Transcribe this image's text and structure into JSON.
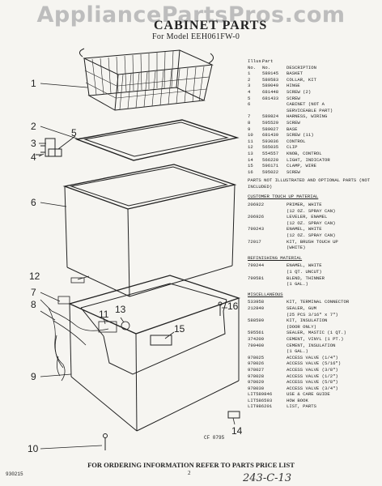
{
  "watermark": "AppliancePartsPros.com",
  "title": "CABINET PARTS",
  "model_line": "For Model EEH061FW-0",
  "table_header": {
    "illus_line1": "Illus.",
    "part_line1": "Part",
    "illus_line2": "No.",
    "part_line2": "No.",
    "description": "DESCRIPTION"
  },
  "parts": [
    {
      "n": "1",
      "p": "589145",
      "d": "BASKET"
    },
    {
      "n": "2",
      "p": "589583",
      "d": "COLLAR, KIT"
    },
    {
      "n": "3",
      "p": "589049",
      "d": "HINGE"
    },
    {
      "n": "4",
      "p": "681448",
      "d": "SCREW (2)"
    },
    {
      "n": "5",
      "p": "681433",
      "d": "SCREW"
    },
    {
      "n": "6",
      "p": "",
      "d": "CABINET (NOT A"
    },
    {
      "n": "",
      "p": "",
      "d": "SERVICEABLE PART)"
    },
    {
      "n": "7",
      "p": "589824",
      "d": "HARNESS, WIRING"
    },
    {
      "n": "8",
      "p": "595529",
      "d": "SCREW"
    },
    {
      "n": "9",
      "p": "589027",
      "d": "BASE"
    },
    {
      "n": "10",
      "p": "681439",
      "d": "SCREW (11)"
    },
    {
      "n": "11",
      "p": "593036",
      "d": "CONTROL"
    },
    {
      "n": "12",
      "p": "565035",
      "d": "CLIP"
    },
    {
      "n": "13",
      "p": "554557",
      "d": "KNOB, CONTROL"
    },
    {
      "n": "14",
      "p": "566220",
      "d": "LIGHT, INDICATOR"
    },
    {
      "n": "15",
      "p": "596171",
      "d": "CLAMP, WIRE"
    },
    {
      "n": "16",
      "p": "595022",
      "d": "SCREW"
    }
  ],
  "note": "PARTS NOT ILLUSTRATED AND OPTIONAL PARTS (NOT INCLUDED)",
  "sections": [
    {
      "heading": "CUSTOMER TOUCH UP MATERIAL",
      "rows": [
        {
          "p": "206922",
          "d": "PRIMER, WHITE"
        },
        {
          "p": "",
          "d": "(12 OZ. SPRAY CAN)"
        },
        {
          "p": "206926",
          "d": "LEVELER, ENAMEL"
        },
        {
          "p": "",
          "d": "(12 OZ. SPRAY CAN)"
        },
        {
          "p": "799243",
          "d": "ENAMEL, WHITE"
        },
        {
          "p": "",
          "d": "(12 OZ. SPRAY CAN)"
        },
        {
          "p": "72017",
          "d": "KIT, BRUSH TOUCH UP"
        },
        {
          "p": "",
          "d": "(WHITE)"
        }
      ]
    },
    {
      "heading": "REFINISHING MATERIAL",
      "rows": [
        {
          "p": "799244",
          "d": "ENAMEL, WHITE"
        },
        {
          "p": "",
          "d": "(1 QT. UNCUT)"
        },
        {
          "p": "799581",
          "d": "BLEND, THINNER"
        },
        {
          "p": "",
          "d": "(1 GAL.)"
        }
      ]
    },
    {
      "heading": "MISCELLANEOUS",
      "rows": [
        {
          "p": "533958",
          "d": "KIT, TERMINAL CONNECTOR"
        },
        {
          "p": "212840",
          "d": "SEALER, GUM"
        },
        {
          "p": "",
          "d": "(25 PCS 3/16\" x 7\")"
        },
        {
          "p": "588599",
          "d": "KIT, INSULATION"
        },
        {
          "p": "",
          "d": "(DOOR ONLY)"
        },
        {
          "p": "595561",
          "d": "SEALER, MASTIC (1 QT.)"
        },
        {
          "p": "374209",
          "d": "CEMENT, VINYL (1 PT.)"
        },
        {
          "p": "799400",
          "d": "CEMENT, INSULATION"
        },
        {
          "p": "",
          "d": "(1 GAL.)"
        },
        {
          "p": "978025",
          "d": "ACCESS VALVE (1/4\")"
        },
        {
          "p": "978026",
          "d": "ACCESS VALVE (5/16\")"
        },
        {
          "p": "978027",
          "d": "ACCESS VALVE (3/8\")"
        },
        {
          "p": "978028",
          "d": "ACCESS VALVE (1/2\")"
        },
        {
          "p": "978029",
          "d": "ACCESS VALVE (5/8\")"
        },
        {
          "p": "978030",
          "d": "ACCESS VALVE (3/4\")"
        },
        {
          "p": "LIT589846",
          "d": "USE & CARE GUIDE"
        },
        {
          "p": "LIT586593",
          "d": "HOW BOOK"
        },
        {
          "p": "LIT986201",
          "d": "LIST, PARTS"
        }
      ]
    }
  ],
  "callouts": [
    "1",
    "2",
    "3",
    "4",
    "5",
    "6",
    "7",
    "8",
    "9",
    "10",
    "11",
    "12",
    "13",
    "14",
    "15",
    "16"
  ],
  "diagram_code": "CF 0795",
  "footer_text": "FOR ORDERING INFORMATION REFER TO PARTS PRICE LIST",
  "form_code": "930215",
  "page_number": "2",
  "handwritten": "243-C-13"
}
